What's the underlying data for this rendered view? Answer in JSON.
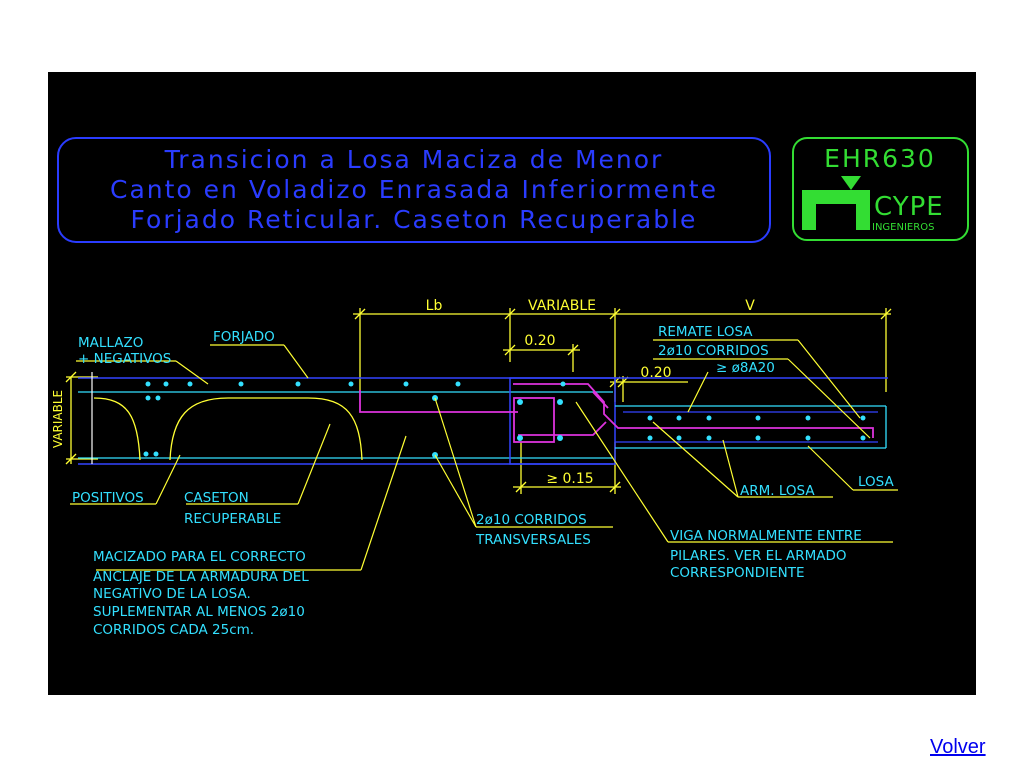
{
  "title_block": {
    "line1": "Transicion a Losa Maciza de Menor",
    "line2": "Canto en Voladizo Enrasada Inferiormente",
    "line3": "Forjado Reticular. Caseton Recuperable"
  },
  "logo": {
    "code": "EHR630",
    "brand": "CYPE",
    "subtitle": "INGENIEROS"
  },
  "dimensions": {
    "lb": "Lb",
    "variable_top": "VARIABLE",
    "v": "V",
    "d020a": "0.20",
    "d020b": "0.20",
    "d015": "≥ 0.15",
    "variable_left": "VARIABLE"
  },
  "labels": {
    "mallazo": "MALLAZO",
    "negativos": "+ NEGATIVOS",
    "forjado": "FORJADO",
    "remate_losa": "REMATE LOSA",
    "corridos_2": "2ø10 CORRIDOS",
    "estribos": "≥ ø8A20",
    "positivos": "POSITIVOS",
    "caseton_1": "CASETON",
    "caseton_2": "RECUPERABLE",
    "corridos_transv_1": "2ø10 CORRIDOS",
    "corridos_transv_2": "TRANSVERSALES",
    "arm_losa": "ARM. LOSA",
    "losa": "LOSA",
    "viga_1": "VIGA NORMALMENTE ENTRE",
    "viga_2": "PILARES. VER EL ARMADO",
    "viga_3": "CORRESPONDIENTE",
    "macizado_1": "MACIZADO PARA EL CORRECTO",
    "macizado_2": "ANCLAJE DE LA ARMADURA DEL",
    "macizado_3": "NEGATIVO DE LA LOSA.",
    "macizado_4": "SUPLEMENTAR AL MENOS 2ø10",
    "macizado_5": "CORRIDOS CADA 25cm."
  },
  "nav": {
    "volver": "Volver"
  },
  "colors": {
    "background": "#000000",
    "title_text": "#2a3cff",
    "logo_green": "#33dd33",
    "dimension_yellow": "#ffff33",
    "label_cyan": "#33e0ff",
    "rebar_magenta": "#dd33dd",
    "outline_blue": "#3344ff",
    "link_blue": "#0000ee"
  }
}
